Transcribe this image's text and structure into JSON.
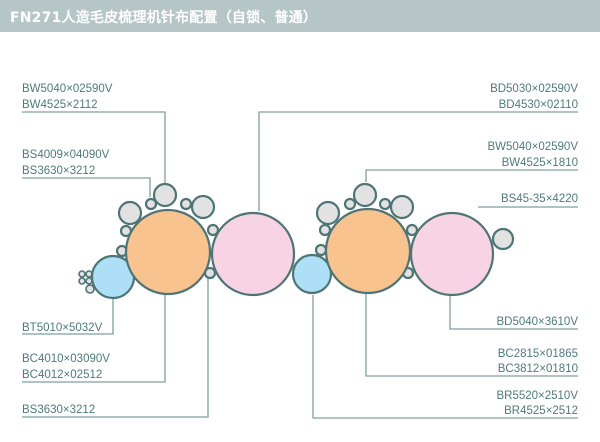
{
  "header": {
    "title": "FN271人造毛皮梳理机针布配置（自锁、普通）"
  },
  "colors": {
    "header_bg": "#b6c5c5",
    "line": "#7f9fa0",
    "outline": "#4e7475",
    "cylinder": "#f8c38f",
    "doffer": "#f8d3e3",
    "taker_in": "#ade0f6",
    "worker": "#e2e2e2",
    "text": "#4f7a7c"
  },
  "labels": {
    "left": {
      "worker": {
        "line1": "BW5040×02590V",
        "line2": "BW4525×2112"
      },
      "stripper": {
        "line1": "BS4009×04090V",
        "line2": "BS3630×3212"
      },
      "taker_in": {
        "line1": "BT5010×5032V"
      },
      "cylinder": {
        "line1": "BC4010×03090V",
        "line2": "BC4012×02512"
      },
      "stripper_bottom": {
        "line1": "BS3630×3212"
      }
    },
    "right": {
      "doffer_top": {
        "line1": "BD5030×02590V",
        "line2": "BD4530×02110"
      },
      "worker": {
        "line1": "BW5040×02590V",
        "line2": "BW4525×1810"
      },
      "stripper": {
        "line1": "BS45-35×4220"
      },
      "doffer": {
        "line1": "BD5040×3610V"
      },
      "cylinder": {
        "line1": "BC2815×01865",
        "line2": "BC3812×01810"
      },
      "transfer": {
        "line1": "BR5520×2510V",
        "line2": "BR4525×2512"
      }
    }
  }
}
